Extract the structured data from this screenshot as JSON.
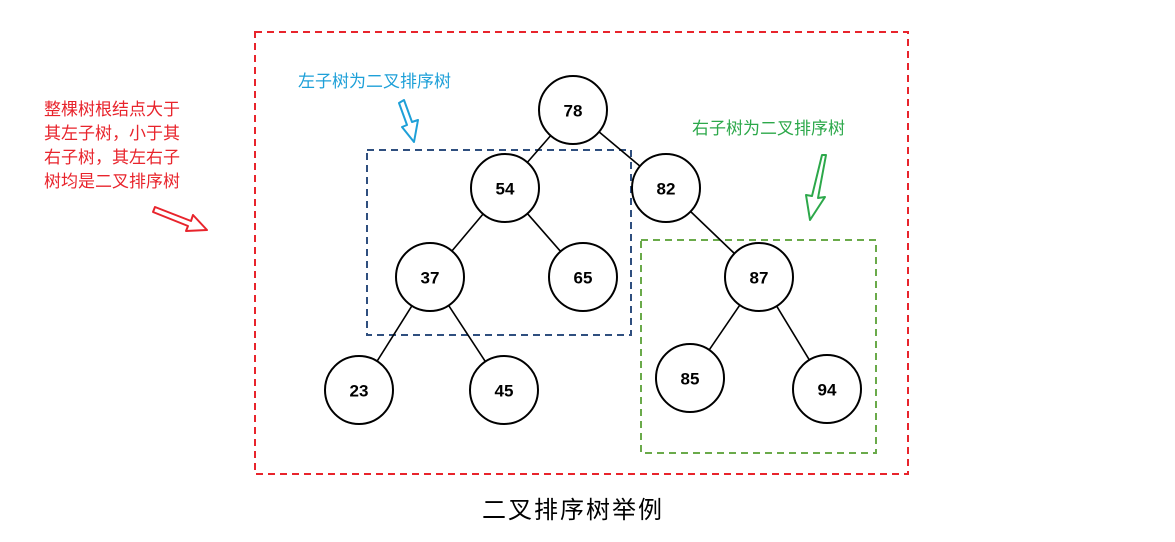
{
  "caption": "二叉排序树举例",
  "annotations": {
    "whole_tree": [
      "整棵树根结点大于",
      "其左子树，小于其",
      "右子树，其左右子",
      "树均是二叉排序树"
    ],
    "left_subtree": "左子树为二叉排序树",
    "right_subtree": "右子树为二叉排序树"
  },
  "colors": {
    "whole_tree": "#e8242c",
    "left_subtree_text": "#1ea0d8",
    "left_subtree_box": "#2f4f7f",
    "right_subtree": "#2ca84a",
    "right_subtree_box": "#6aaa4a"
  },
  "tree": {
    "nodes": [
      {
        "id": "n78",
        "label": "78"
      },
      {
        "id": "n54",
        "label": "54"
      },
      {
        "id": "n82",
        "label": "82"
      },
      {
        "id": "n37",
        "label": "37"
      },
      {
        "id": "n65",
        "label": "65"
      },
      {
        "id": "n87",
        "label": "87"
      },
      {
        "id": "n23",
        "label": "23"
      },
      {
        "id": "n45",
        "label": "45"
      },
      {
        "id": "n85",
        "label": "85"
      },
      {
        "id": "n94",
        "label": "94"
      }
    ],
    "edges": [
      [
        "n78",
        "n54"
      ],
      [
        "n78",
        "n82"
      ],
      [
        "n54",
        "n37"
      ],
      [
        "n54",
        "n65"
      ],
      [
        "n82",
        "n87"
      ],
      [
        "n37",
        "n23"
      ],
      [
        "n37",
        "n45"
      ],
      [
        "n87",
        "n85"
      ],
      [
        "n87",
        "n94"
      ]
    ]
  }
}
